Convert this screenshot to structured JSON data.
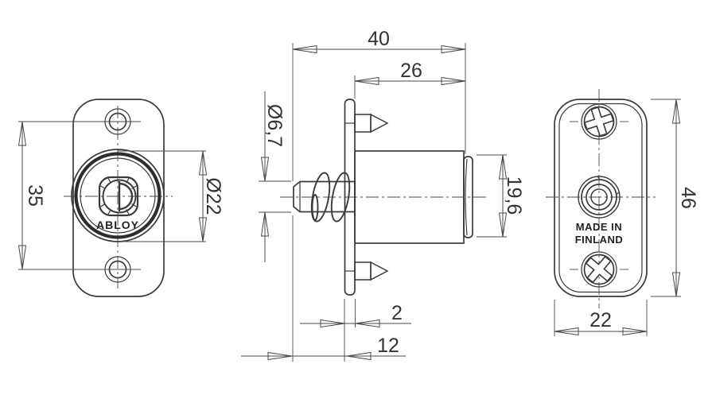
{
  "drawing": {
    "background": "#ffffff",
    "line_color": "#3a3a3a",
    "front_view": {
      "brand": "ABLOY"
    },
    "back_view": {
      "origin_line1": "MADE IN",
      "origin_line2": "FINLAND"
    },
    "dimensions": {
      "hole_spacing": "35",
      "knob_diameter": "Ø22",
      "overall_depth": "40",
      "body_length": "26",
      "plunger_diameter": "Ø6,7",
      "body_diameter": "19,6",
      "flange_thickness": "2",
      "tip_to_flange": "12",
      "plate_height": "46",
      "plate_width": "22"
    }
  }
}
